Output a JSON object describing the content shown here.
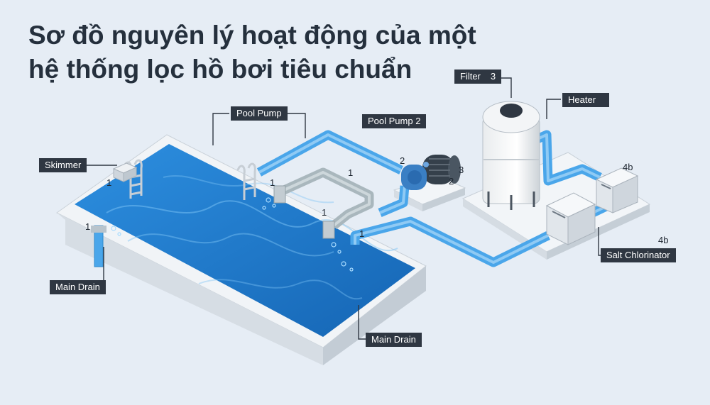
{
  "title": {
    "line1": "Sơ đồ nguyên lý hoạt động của một",
    "line2": "hệ thống lọc hồ bơi tiêu chuẩn"
  },
  "labels": {
    "skimmer": "Skimmer",
    "pool_pump": "Pool Pump",
    "pool_pump_2": "Pool Pump 2",
    "filter": "Filter",
    "filter_num": "3",
    "heater": "Heater",
    "salt_chlorinator": "Salt Chlorinator",
    "main_drain_left": "Main Drain",
    "main_drain_bottom": "Main Drain"
  },
  "numbers": {
    "skimmer": "1",
    "ladder": "1",
    "return_top": "1",
    "return_mid": "1",
    "return_low": "1",
    "drain_left": "1",
    "pump_inlet": "2",
    "pump_outlet": "2",
    "pump_side": "3",
    "heater_unit": "4b",
    "chlorinator_unit": "4b"
  },
  "colors": {
    "background": "#e6edf5",
    "water": "#1f7ed0",
    "pipe": "#4aa6ea",
    "return_pipe": "#a9b7bd",
    "label_bg": "#2f3742",
    "title": "#25303d"
  }
}
